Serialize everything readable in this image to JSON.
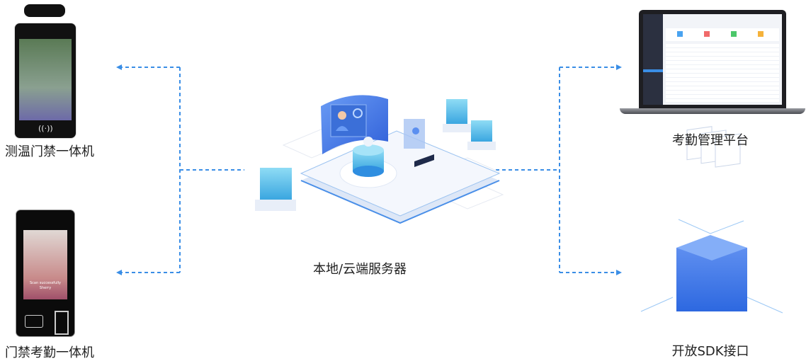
{
  "colors": {
    "accent": "#3a8ee6",
    "cube": "#5cc3ea",
    "screen_blue": "#4a7de8"
  },
  "devices": {
    "temp_access": {
      "label": "测温门禁一体机"
    },
    "access_attendance": {
      "label": "门禁考勤一体机",
      "screen_status": "Scan successfully",
      "screen_name": "Sherry"
    }
  },
  "server": {
    "label": "本地/云端服务器"
  },
  "platform": {
    "label": "考勤管理平台"
  },
  "sdk": {
    "label": "开放SDK接口"
  }
}
